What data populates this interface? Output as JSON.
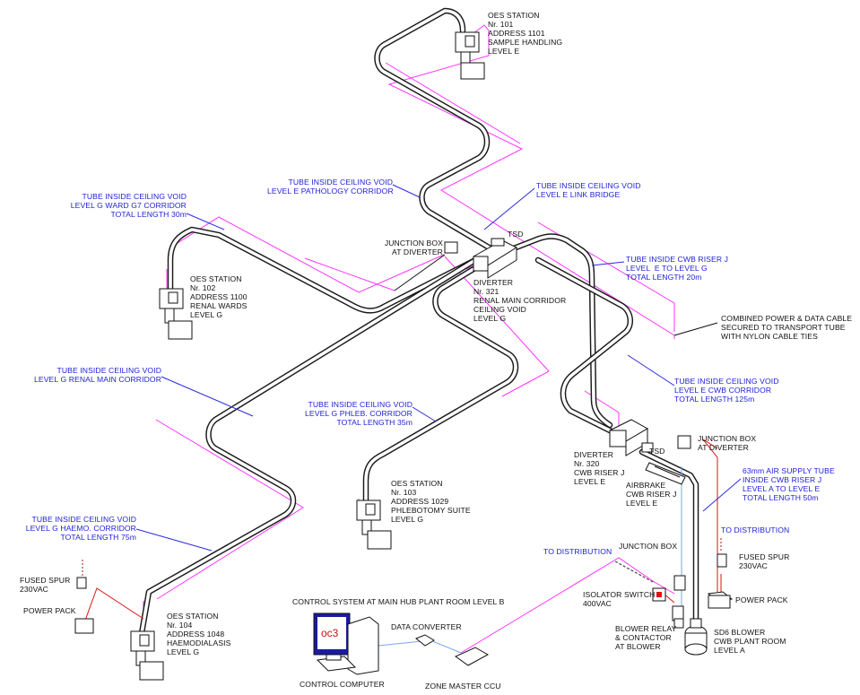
{
  "stations": {
    "s101": [
      "OES STATION",
      "Nr. 101",
      "ADDRESS 1101",
      "SAMPLE HANDLING",
      "LEVEL E"
    ],
    "s102": [
      "OES STATION",
      "Nr. 102",
      "ADDRESS 1100",
      "RENAL WARDS",
      "LEVEL G"
    ],
    "s103": [
      "OES STATION",
      "Nr. 103",
      "ADDRESS 1029",
      "PHLEBOTOMY SUITE",
      "LEVEL G"
    ],
    "s104": [
      "OES STATION",
      "Nr. 104",
      "ADDRESS 1048",
      "HAEMODIALASIS",
      "LEVEL G"
    ]
  },
  "tubes": {
    "pathology": [
      "TUBE INSIDE CEILING VOID",
      "LEVEL E PATHOLOGY CORRIDOR"
    ],
    "ward_g7": [
      "TUBE INSIDE CEILING VOID",
      "LEVEL G WARD G7 CORRIDOR",
      "TOTAL LENGTH 30m"
    ],
    "link_bridge": [
      "TUBE INSIDE CEILING VOID",
      "LEVEL E LINK BRIDGE"
    ],
    "cwb_riser": [
      "TUBE INSIDE CWB RISER J",
      "LEVEL  E TO LEVEL G",
      "TOTAL LENGTH 20m"
    ],
    "renal_main": [
      "TUBE INSIDE CEILING VOID",
      "LEVEL G RENAL MAIN CORRIDOR"
    ],
    "phleb": [
      "TUBE INSIDE CEILING VOID",
      "LEVEL G PHLEB. CORRIDOR",
      "TOTAL LENGTH 35m"
    ],
    "cwb_corridor": [
      "TUBE INSIDE CEILING VOID",
      "LEVEL E CWB CORRIDOR",
      "TOTAL LENGTH 125m"
    ],
    "haemo": [
      "TUBE INSIDE CEILING VOID",
      "LEVEL G HAEMO. CORRIDOR",
      "TOTAL LENGTH 75m"
    ],
    "air_supply": [
      "63mm AIR SUPPLY TUBE",
      "INSIDE CWB RISER J",
      "LEVEL A TO LEVEL E",
      "TOTAL LENGTH 50m"
    ]
  },
  "components": {
    "junction_box_diverter_1": [
      "JUNCTION BOX",
      "AT DIVERTER"
    ],
    "tsd_1": "TSD",
    "diverter_321": [
      "DIVERTER",
      "Nr. 321",
      "RENAL MAIN CORRIDOR",
      "CEILING VOID",
      "LEVEL G"
    ],
    "combined_cable": [
      "COMBINED POWER & DATA CABLE",
      "SECURED TO TRANSPORT TUBE",
      "WITH NYLON CABLE TIES"
    ],
    "junction_box_diverter_2": [
      "JUNCTION BOX",
      "AT DIVERTER"
    ],
    "tsd_2": "TSD",
    "diverter_320": [
      "DIVERTER",
      "Nr. 320",
      "CWB RISER J",
      "LEVEL E"
    ],
    "airbrake": [
      "AIRBRAKE",
      "CWB RISER J",
      "LEVEL E"
    ],
    "to_distribution_right": "TO DISTRIBUTION",
    "to_distribution_left": "TO DISTRIBUTION",
    "fused_spur_right": [
      "FUSED SPUR",
      "230VAC"
    ],
    "fused_spur_left": [
      "FUSED SPUR",
      "230VAC"
    ],
    "junction_box": "JUNCTION BOX",
    "power_pack_right": "POWER PACK",
    "power_pack_left": "POWER PACK",
    "isolator_switch": [
      "ISOLATOR SWITCH",
      "400VAC"
    ],
    "blower_relay": [
      "BLOWER RELAY",
      "& CONTACTOR",
      "AT BLOWER"
    ],
    "sd6_blower": [
      "SD6 BLOWER",
      "CWB PLANT ROOM",
      "LEVEL A"
    ],
    "control_system": "CONTROL SYSTEM AT MAIN HUB PLANT ROOM LEVEL B",
    "data_converter": "DATA CONVERTER",
    "control_computer": "CONTROL COMPUTER",
    "zone_master": "ZONE MASTER CCU",
    "screen_logo": "oc3"
  },
  "colors": {
    "tube": "#1a1a1a",
    "data_cable": "#ff33ff",
    "leader": "#2a2ae0",
    "power": "#e01010",
    "air_tube": "#7aa6e8"
  }
}
